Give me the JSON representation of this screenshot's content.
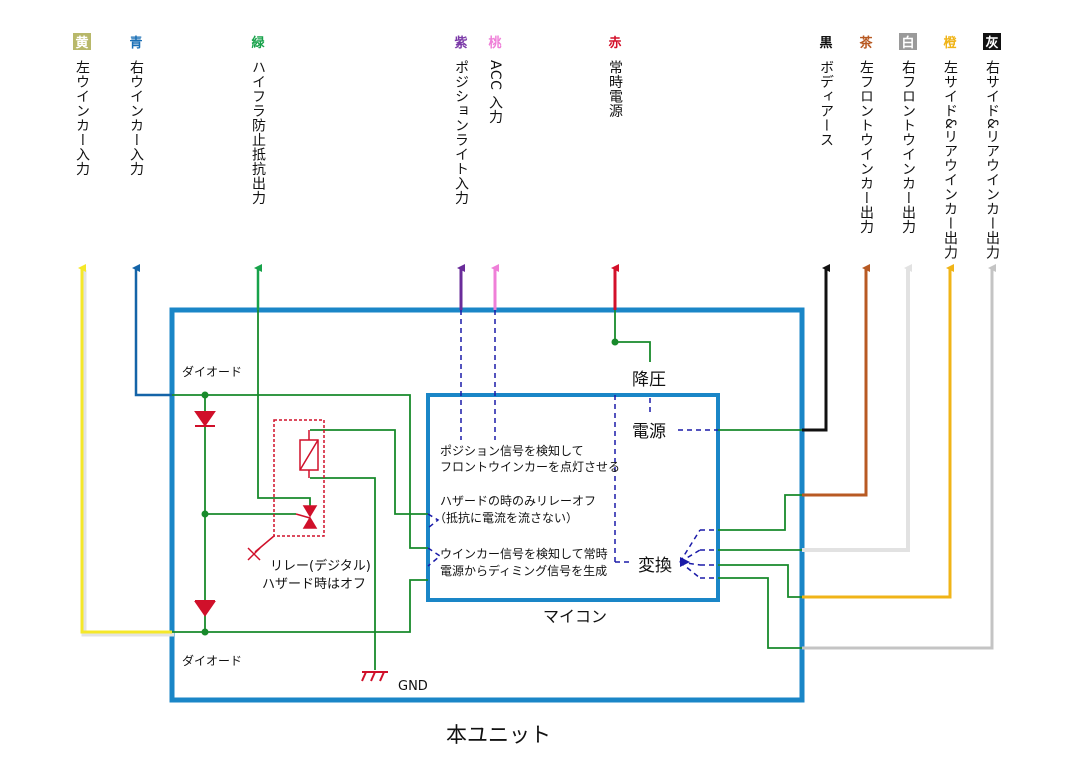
{
  "wires": [
    {
      "tag": "黄",
      "label": "左ウインカー入力",
      "color": "#f5e829",
      "tag_bg": "#b8b86a",
      "tag_fg": "#ffffff"
    },
    {
      "tag": "青",
      "label": "右ウインカー入力",
      "color": "#1464a8",
      "tag_bg": "",
      "tag_fg": "#1a6fb5"
    },
    {
      "tag": "緑",
      "label": "ハイフラ防止抵抗出力",
      "color": "#17a24a",
      "tag_bg": "",
      "tag_fg": "#17a24a"
    },
    {
      "tag": "紫",
      "label": "ポジションライト入力",
      "color": "#6a2c9a",
      "tag_bg": "",
      "tag_fg": "#7b3aa8"
    },
    {
      "tag": "桃",
      "label": "ACC 入力",
      "color": "#ef7fd8",
      "tag_bg": "",
      "tag_fg": "#ef7fd8"
    },
    {
      "tag": "赤",
      "label": "常時電源",
      "color": "#d3102a",
      "tag_bg": "",
      "tag_fg": "#d3102a"
    },
    {
      "tag": "黒",
      "label": "ボディアース",
      "color": "#111111",
      "tag_bg": "",
      "tag_fg": "#111111"
    },
    {
      "tag": "茶",
      "label": "左フロントウインカー出力",
      "color": "#b85a23",
      "tag_bg": "",
      "tag_fg": "#b85a23"
    },
    {
      "tag": "白",
      "label": "右フロントウインカー出力",
      "color": "#e6e6e6",
      "tag_bg": "#9a9a9a",
      "tag_fg": "#ffffff"
    },
    {
      "tag": "橙",
      "label": "左サイド&リアウインカー出力",
      "color": "#f0b418",
      "tag_bg": "",
      "tag_fg": "#f0b418"
    },
    {
      "tag": "灰",
      "label": "右サイド&リアウインカー出力",
      "color": "#bdbdbd",
      "tag_bg": "#111111",
      "tag_fg": "#ffffff"
    }
  ],
  "components": {
    "diode_top": "ダイオード",
    "diode_bottom": "ダイオード",
    "relay_line1": "リレー(デジタル)",
    "relay_line2": "ハザード時はオフ",
    "gnd": "GND",
    "step_down": "降圧",
    "power": "電源",
    "convert": "変換",
    "micom": "マイコン",
    "unit": "本ユニット"
  },
  "notes": {
    "position_line1": "ポジション信号を検知して",
    "position_line2": "フロントウインカーを点灯させる",
    "hazard_line1": "ハザードの時のみリレーオフ",
    "hazard_line2": "（抵抗に電流を流さない）",
    "winker_line1": "ウインカー信号を検知して常時",
    "winker_line2": "電源からディミング信号を生成"
  },
  "colors": {
    "unit_border": "#1a86c7",
    "circuit": "#188a2b",
    "relay": "#d0102a",
    "signal": "#1a1aa8"
  }
}
